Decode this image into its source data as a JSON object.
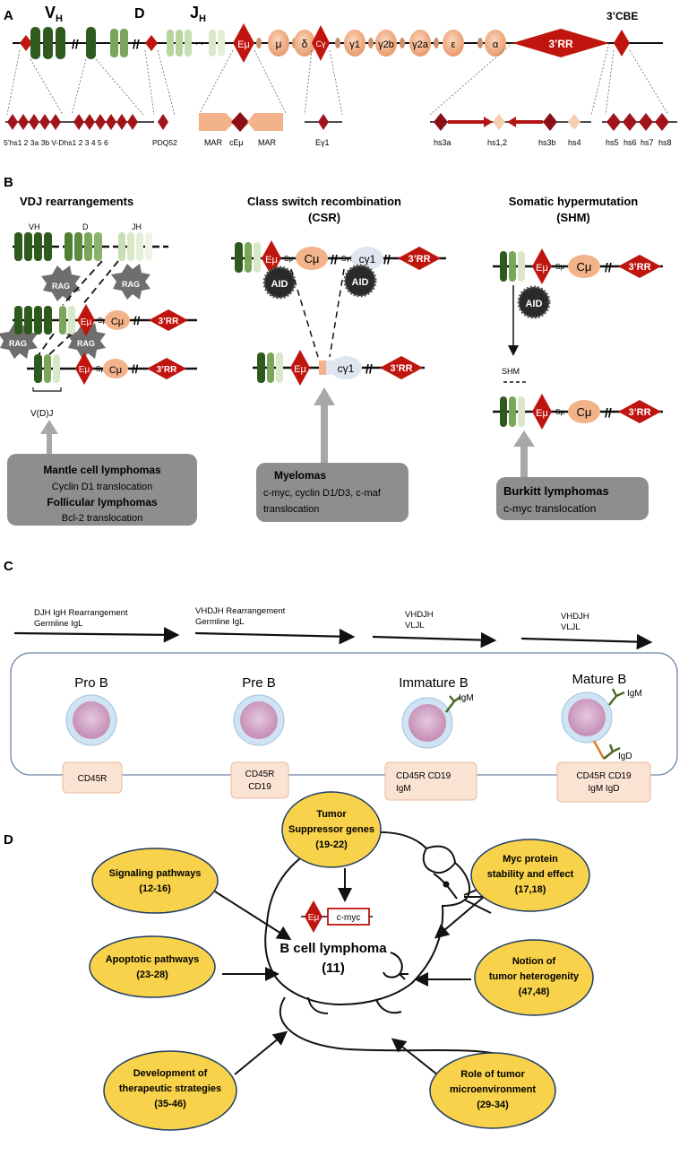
{
  "panelA": {
    "letter": "A",
    "vh_label": "V",
    "vh_sub": "H",
    "d_label": "D",
    "jh_label": "J",
    "jh_sub": "H",
    "cbe_label": "3’CBE",
    "emu": "Eμ",
    "mu": "μ",
    "delta": "δ",
    "cg": "Cγ",
    "g1": "γ1",
    "g2b": "γ2b",
    "g2a": "γ2a",
    "eps": "ε",
    "alpha": "α",
    "rr": "3’RR",
    "hs_left": "5’hs1  2  3a 3b V-Dhs1 2  3     4   5   6",
    "pdq": "PDQ52",
    "mar1": "MAR",
    "cemu": "cEμ",
    "mar2": "MAR",
    "eg1": "Eγ1",
    "hs3a": "hs3a",
    "hs12": "hs1,2",
    "hs3b": "hs3b",
    "hs4": "hs4",
    "hs5": "hs5",
    "hs6": "hs6",
    "hs7": "hs7",
    "hs8": "hs8"
  },
  "panelB": {
    "letter": "B",
    "vdj_title": "VDJ rearrangements",
    "csr_title1": "Class switch recombination",
    "csr_title2": "(CSR)",
    "shm_title1": "Somatic hypermutation",
    "shm_title2": "(SHM)",
    "vh": "VH",
    "d": "D",
    "jh": "JH",
    "rag": "RAG",
    "aid": "AID",
    "emu": "Eμ",
    "smu": "Sμ",
    "cmu": "Cμ",
    "sg1": "Sγ1",
    "cg1": "cγ1",
    "rr": "3’RR",
    "vdj_label": "V(D)J",
    "shm_label": "SHM",
    "box1_l1": "Mantle cell lymphomas",
    "box1_l2": "Cyclin D1 translocation",
    "box1_l3": "Follicular lymphomas",
    "box1_l4": "Bcl-2 translocation",
    "box2_l1": "Myelomas",
    "box2_l2": "c-myc, cyclin D1/D3, c-maf",
    "box2_l3": "translocation",
    "box3_l1": "Burkitt lymphomas",
    "box3_l2": "c-myc translocation"
  },
  "panelC": {
    "letter": "C",
    "arrow1_l1": "DJH IgH Rearrangement",
    "arrow1_l2": "Germline IgL",
    "arrow2_l1": "VHDJH Rearrangement",
    "arrow2_l2": "Germline IgL",
    "arrow3_l1": "VHDJH",
    "arrow3_l2": "VLJL",
    "arrow4_l1": "VHDJH",
    "arrow4_l2": "VLJL",
    "stage1": "Pro B",
    "stage2": "Pre B",
    "stage3": "Immature B",
    "stage4": "Mature B",
    "igm": "IgM",
    "igd": "IgD",
    "m1": "CD45R",
    "m2a": "CD45R",
    "m2b": "CD19",
    "m3a": "CD45R  CD19",
    "m3b": "IgM",
    "m4a": "CD45R CD19",
    "m4b": "IgM  IgD"
  },
  "panelD": {
    "letter": "D",
    "e1a": "Signaling pathways",
    "e1b": "(12-16)",
    "e2a": "Tumor",
    "e2b": "Suppressor genes",
    "e2c": "(19-22)",
    "e3a": "Myc protein",
    "e3b": "stability and effect",
    "e3c": "(17,18)",
    "e4a": "Apoptotic pathways",
    "e4b": "(23-28)",
    "e5a": "Notion of",
    "e5b": "tumor heterogenity",
    "e5c": "(47,48)",
    "e6a": "Development of",
    "e6b": "therapeutic strategies",
    "e6c": "(35-46)",
    "e7a": "Role of tumor",
    "e7b": "microenvironment",
    "e7c": "(29-34)",
    "emu": "Eμ",
    "cmyc": "c-myc",
    "center1": "B cell lymphoma",
    "center2": "(11)"
  },
  "colors": {
    "red": "#c0150f",
    "dark_green": "#2f5a1e",
    "light_green": "#a9c98f",
    "peach": "#f2b38a",
    "gray_box": "#8e8e8e",
    "yellow": "#f7d24a",
    "stage_box": "#fbe3d4"
  }
}
